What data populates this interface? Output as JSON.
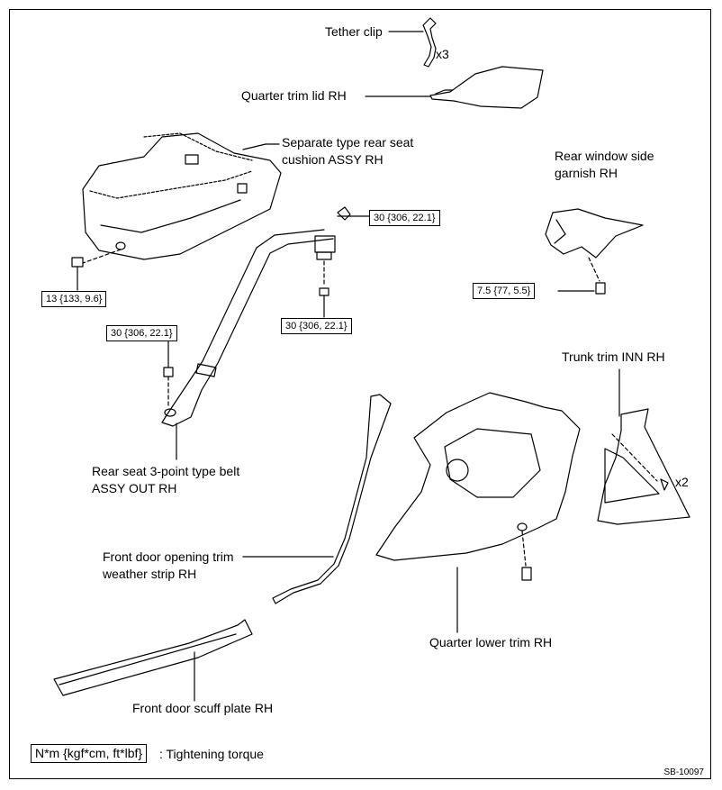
{
  "labels": {
    "tether_clip": "Tether clip",
    "tether_qty": "x3",
    "quarter_trim_lid": "Quarter trim lid RH",
    "seat_cushion_l1": "Separate type rear seat",
    "seat_cushion_l2": "cushion ASSY RH",
    "rear_window_l1": "Rear window side",
    "rear_window_l2": "garnish RH",
    "trunk_trim": "Trunk trim INN RH",
    "trunk_qty": "x2",
    "belt_l1": "Rear seat 3-point type belt",
    "belt_l2": "ASSY OUT RH",
    "weather_l1": "Front door opening trim",
    "weather_l2": "weather strip RH",
    "quarter_lower": "Quarter lower trim RH",
    "scuff_plate": "Front door scuff plate RH"
  },
  "torques": {
    "belt_upper": "30 {306, 22.1}",
    "belt_anchor_lower": "30 {306, 22.1}",
    "belt_floor": "30 {306, 22.1}",
    "cushion_bolt": "13 {133, 9.6}",
    "garnish_bolt": "7.5 {77, 5.5}"
  },
  "legend": {
    "unit": "N*m {kgf*cm, ft*lbf}",
    "meaning": ": Tightening torque"
  },
  "doc_id": "SB-10097"
}
